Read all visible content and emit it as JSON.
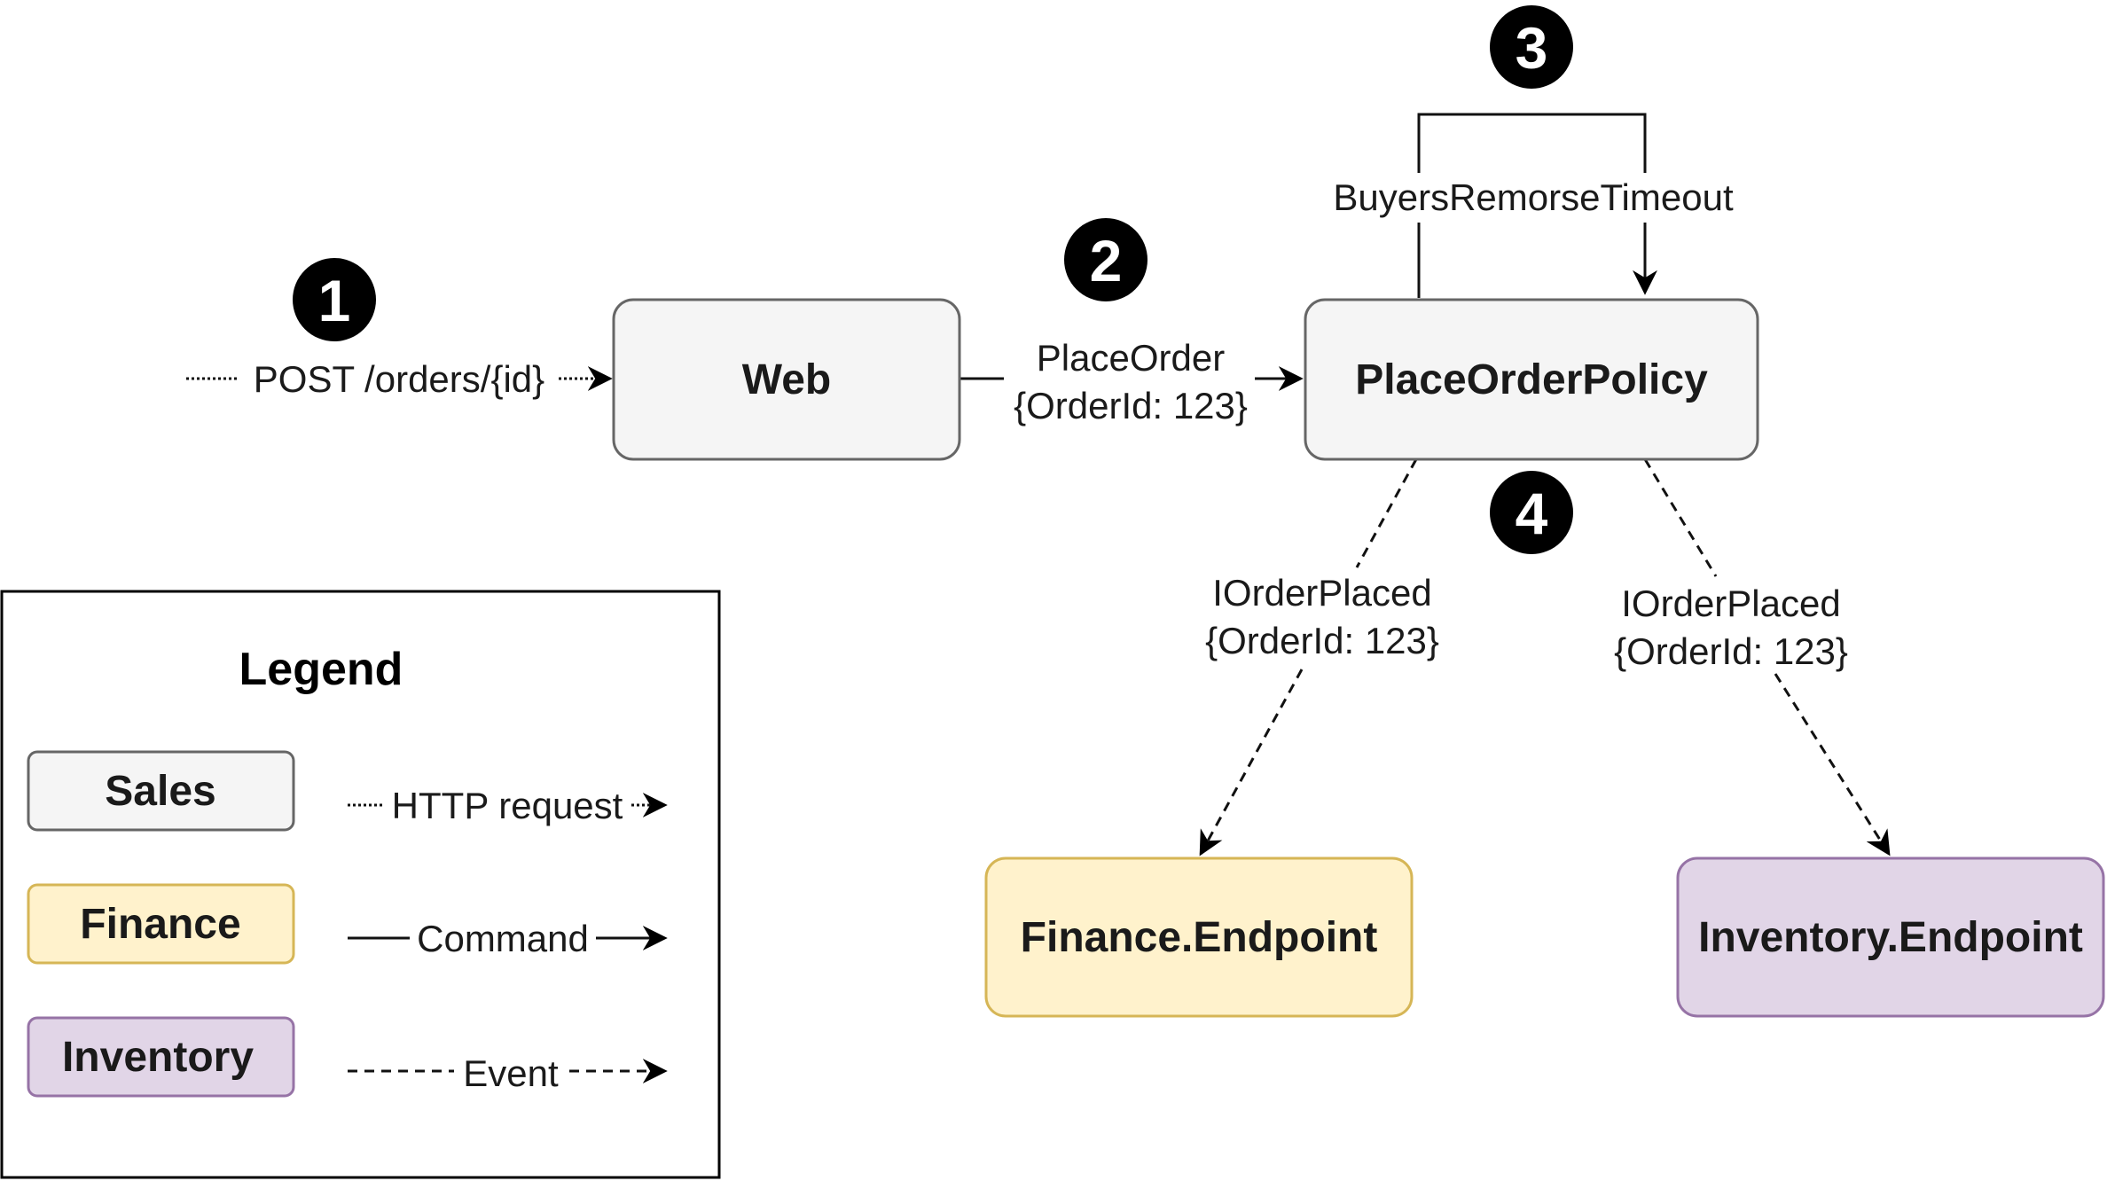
{
  "colors": {
    "sales_fill": "#f5f5f5",
    "sales_stroke": "#666666",
    "finance_fill": "#fff2cc",
    "finance_stroke": "#d6b656",
    "inventory_fill": "#e1d5e7",
    "inventory_stroke": "#9673a6",
    "marker": "#000000"
  },
  "steps": [
    "1",
    "2",
    "3",
    "4"
  ],
  "nodes": {
    "web": "Web",
    "policy": "PlaceOrderPolicy",
    "finance": "Finance.Endpoint",
    "inventory": "Inventory.Endpoint"
  },
  "edges": {
    "http_post": "POST /orders/{id}",
    "place_order_line1": "PlaceOrder",
    "place_order_line2": "{OrderId: 123}",
    "timeout": "BuyersRemorseTimeout",
    "event_finance_line1": "IOrderPlaced",
    "event_finance_line2": "{OrderId: 123}",
    "event_inventory_line1": "IOrderPlaced",
    "event_inventory_line2": "{OrderId: 123}"
  },
  "legend": {
    "title": "Legend",
    "sales": "Sales",
    "finance": "Finance",
    "inventory": "Inventory",
    "http": "HTTP request",
    "command": "Command",
    "event": "Event"
  }
}
